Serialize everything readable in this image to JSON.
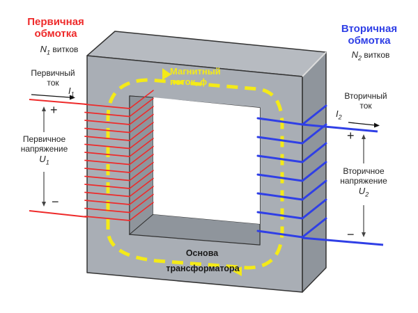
{
  "primary": {
    "title_line1": "Первичная",
    "title_line2": "обмотка",
    "turns_symbol": "N",
    "turns_sub": "1",
    "turns_label": "витков",
    "current_line1": "Первичный",
    "current_line2": "ток",
    "current_symbol": "I",
    "current_sub": "1",
    "voltage_line1": "Первичное",
    "voltage_line2": "напряжение",
    "voltage_symbol": "U",
    "voltage_sub": "1",
    "plus": "+",
    "minus": "−",
    "color": "#ee2a2a"
  },
  "secondary": {
    "title_line1": "Вторичная",
    "title_line2": "обмотка",
    "turns_symbol": "N",
    "turns_sub": "2",
    "turns_label": "витков",
    "current_line1": "Вторичный",
    "current_line2": "ток",
    "current_symbol": "I",
    "current_sub": "2",
    "voltage_line1": "Вторичное",
    "voltage_line2": "напряжение",
    "voltage_symbol": "U",
    "voltage_sub": "2",
    "plus": "+",
    "minus": "−",
    "color": "#2f3fe6"
  },
  "flux": {
    "line1": "Магнитный",
    "line2": "поток,",
    "symbol": "ϕ",
    "color": "#f4ea18"
  },
  "core": {
    "line1": "Основа",
    "line2": "трансформатора",
    "front_color": "#a9aeb5",
    "side_color": "#8f959c",
    "top_color": "#b7bbc1"
  }
}
